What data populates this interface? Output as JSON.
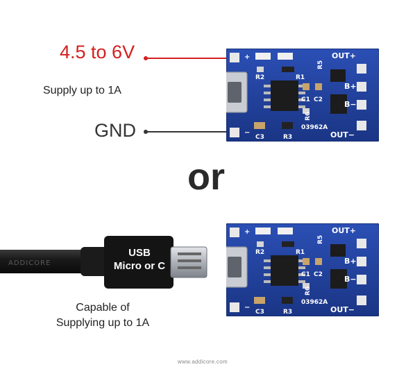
{
  "labels": {
    "input_voltage": "4.5 to 6V",
    "supply_note": "Supply up to 1A",
    "gnd": "GND",
    "or": "or",
    "capable_line1": "Capable of",
    "capable_line2": "Supplying up to 1A",
    "usb_line1": "USB",
    "usb_line2": "Micro or C",
    "cable_brand": "ADDICORE",
    "website": "www.addicore.com"
  },
  "board": {
    "pad_plus": "+",
    "pad_minus": "−",
    "out_plus": "OUT+",
    "b_plus": "B+",
    "b_minus": "B−",
    "out_minus": "OUT−",
    "r2": "R2",
    "r1": "R1",
    "r5": "R5",
    "c1": "C1",
    "c2": "C2",
    "r6": "R6",
    "r3": "R3",
    "c3": "C3",
    "part_no": "03962A"
  },
  "colors": {
    "accent_red": "#d42020",
    "pcb_blue": "#1f3f9a",
    "text_dark": "#333333"
  }
}
